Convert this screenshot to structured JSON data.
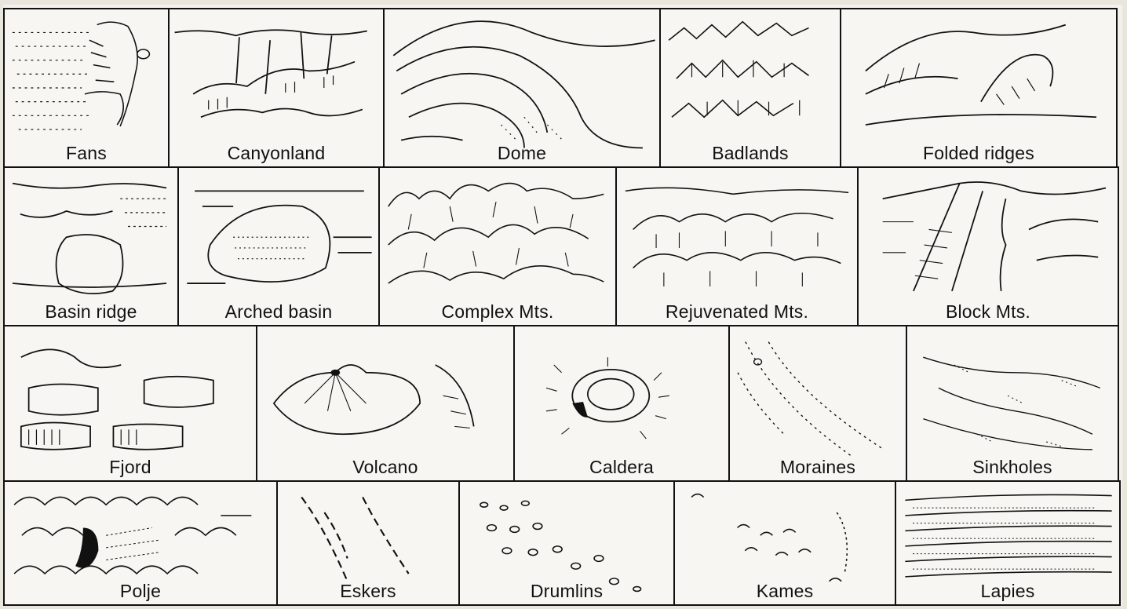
{
  "rows": [
    [
      "Fans",
      "Canyonland",
      "Dome",
      "Badlands",
      "Folded ridges"
    ],
    [
      "Basin ridge",
      "Arched basin",
      "Complex Mts.",
      "Rejuvenated Mts.",
      "Block Mts."
    ],
    [
      "Fjord",
      "Volcano",
      "Caldera",
      "Moraines",
      "Sinkholes"
    ],
    [
      "Polje",
      "Eskers",
      "Drumlins",
      "Kames",
      "Lapies"
    ]
  ]
}
